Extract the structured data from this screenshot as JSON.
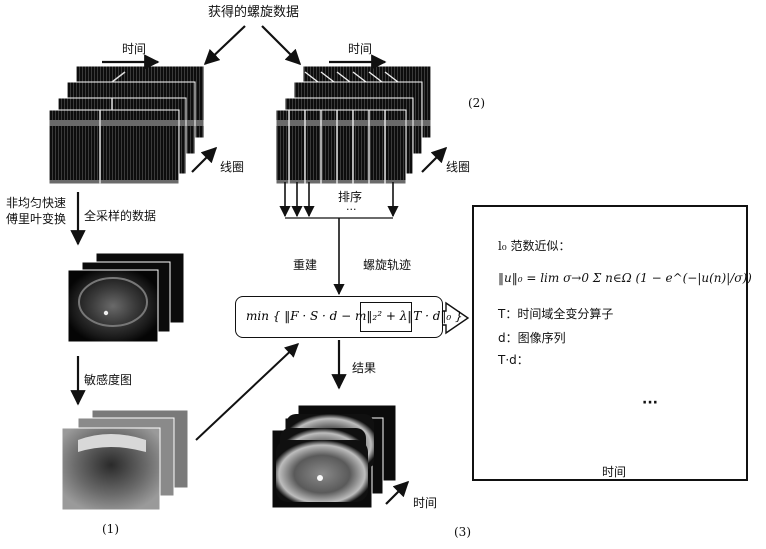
{
  "labels": {
    "spiral_data": "获得的螺旋数据",
    "time": "时间",
    "coil": "线圈",
    "sort": "排序",
    "ellipsis_small": "···",
    "nufft_line1": "非均匀快速",
    "nufft_line2": "傅里叶变换",
    "full_sampled": "全采样的数据",
    "reconstruct": "重建",
    "spiral_traj": "螺旋轨迹",
    "sensitivity": "敏感度图",
    "result": "结果",
    "marker_1": "(1)",
    "marker_2": "(2)",
    "marker_3": "(3)"
  },
  "formula": {
    "main": "min { ‖F · S · d − m‖₂² + λ‖T · d‖₀ }"
  },
  "panel": {
    "l0_title": "l₀ 范数近似：",
    "l0_formula": "‖u‖₀ = lim σ→0 Σ n∈Ω (1 − e^(−|u(n)|/σ))",
    "t_desc": "T：时间域全变分算子",
    "d_desc": "d：图像序列",
    "td_label": "T·d：",
    "dots": "···",
    "time": "时间"
  },
  "colors": {
    "ink": "#111111",
    "image_dark": "#0b0b0b",
    "image_mid": "#5a5a5a"
  }
}
